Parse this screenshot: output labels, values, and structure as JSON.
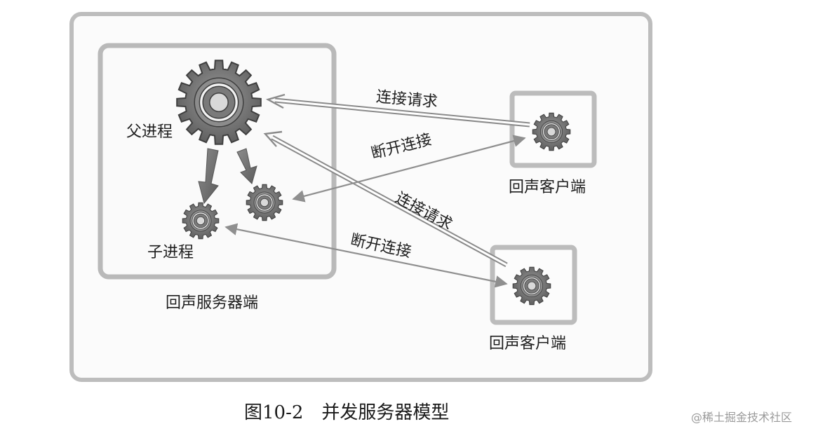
{
  "diagram": {
    "server": {
      "label": "回声服务器端",
      "parent_process_label": "父进程",
      "child_process_label": "子进程"
    },
    "clients": [
      {
        "label": "回声客户端"
      },
      {
        "label": "回声客户端"
      }
    ],
    "messages": {
      "connect_request_1": "连接请求",
      "disconnect_1": "断开连接",
      "connect_request_2": "连接请求",
      "disconnect_2": "断开连接"
    },
    "caption": "图10-2　并发服务器模型"
  },
  "watermark": "@稀土掘金技术社区",
  "colors": {
    "frame_stroke": "#bdbdbd",
    "frame_fill": "#fbfbfb",
    "gear_fill": "#6e6e6e",
    "arrow_stroke": "#8a8a8a"
  }
}
